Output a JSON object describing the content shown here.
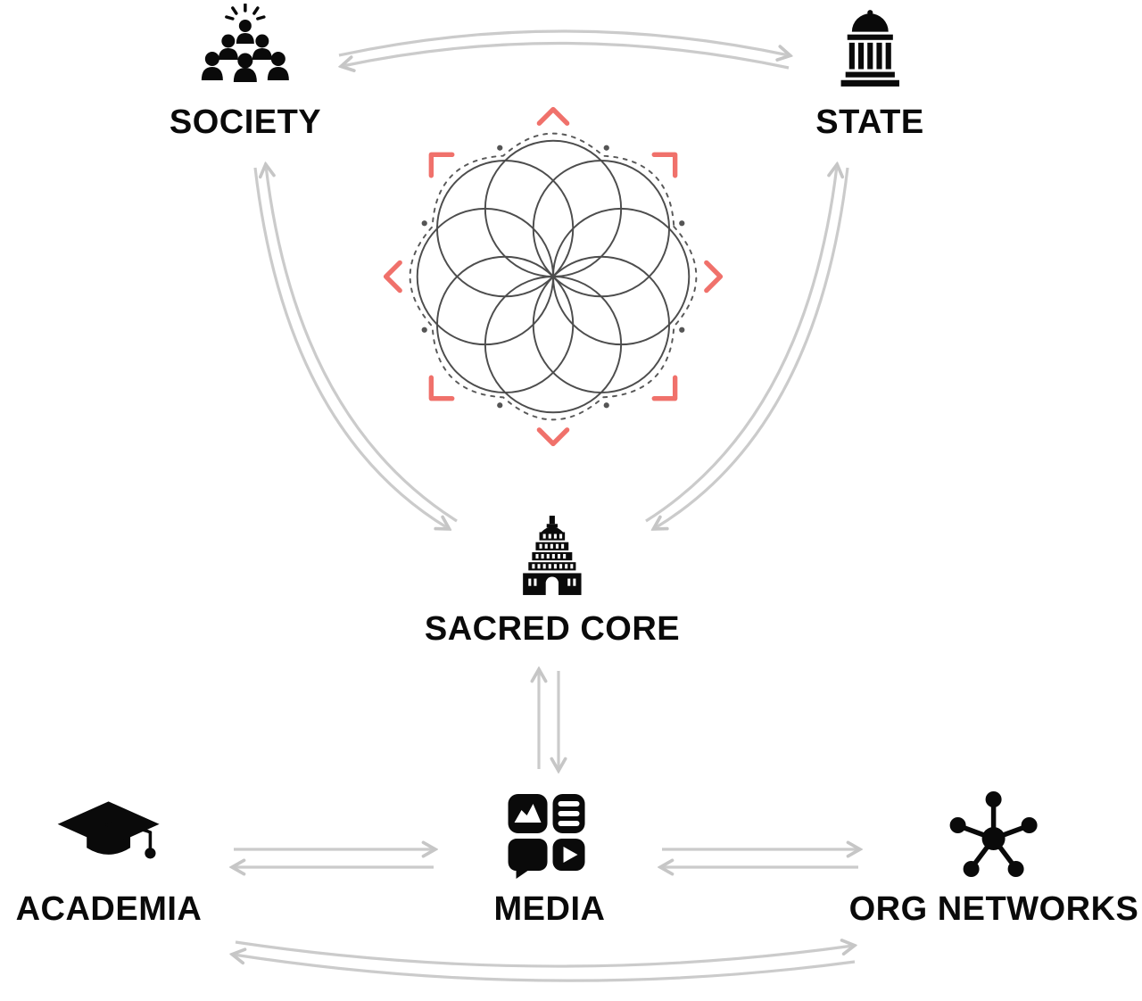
{
  "diagram": {
    "center_graphic": "mandala-seed-of-life",
    "nodes": [
      {
        "id": "society",
        "label": "SOCIETY",
        "icon": "crowd-icon"
      },
      {
        "id": "state",
        "label": "STATE",
        "icon": "government-building-icon"
      },
      {
        "id": "sacred_core",
        "label": "SACRED CORE",
        "icon": "temple-icon"
      },
      {
        "id": "media",
        "label": "MEDIA",
        "icon": "media-grid-icon"
      },
      {
        "id": "academia",
        "label": "ACADEMIA",
        "icon": "graduation-cap-icon"
      },
      {
        "id": "org_networks",
        "label": "ORG NETWORKS",
        "icon": "network-hub-icon"
      }
    ],
    "connections": [
      {
        "from": "SOCIETY",
        "to": "STATE",
        "bidirectional": true
      },
      {
        "from": "SOCIETY",
        "to": "SACRED CORE",
        "bidirectional": true
      },
      {
        "from": "STATE",
        "to": "SACRED CORE",
        "bidirectional": true
      },
      {
        "from": "SACRED CORE",
        "to": "MEDIA",
        "bidirectional": true
      },
      {
        "from": "ACADEMIA",
        "to": "MEDIA",
        "bidirectional": true
      },
      {
        "from": "MEDIA",
        "to": "ORG NETWORKS",
        "bidirectional": true
      },
      {
        "from": "ACADEMIA",
        "to": "ORG NETWORKS",
        "bidirectional": true
      }
    ]
  },
  "colors": {
    "accent_red": "#f0716b",
    "arrow_gray": "#cbcbcb",
    "mandala_stroke": "#4d4d4d",
    "icon_black": "#0a0a0a",
    "background": "#ffffff"
  }
}
